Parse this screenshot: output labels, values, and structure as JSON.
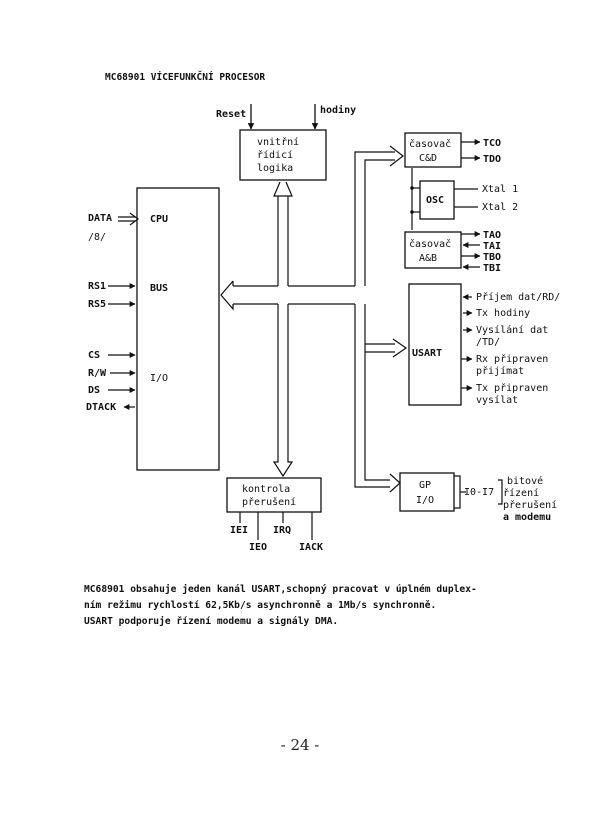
{
  "title": "MC68901 VÍCEFUNKČNÍ PROCESOR",
  "inputs_top": {
    "reset": "Reset",
    "clock": "hodiny"
  },
  "blocks": {
    "control_logic": [
      "vnitřní",
      "řídicí",
      "logika"
    ],
    "main_sections": [
      "CPU",
      "BUS",
      "I/O"
    ],
    "timer_cd": [
      "časovač",
      "C&D"
    ],
    "osc": "OSC",
    "timer_ab": [
      "časovač",
      "A&B"
    ],
    "usart": "USART",
    "gpio": [
      "GP",
      "I/O"
    ],
    "interrupt_ctrl": [
      "kontrola",
      "přerušení"
    ]
  },
  "left_signals": {
    "data": "DATA",
    "data_width": "/8/",
    "rs1": "RS1",
    "rs5": "RS5",
    "cs": "CS",
    "rw": "R/W",
    "ds": "DS",
    "dtack": "DTACK"
  },
  "timer_cd_outputs": [
    "TCO",
    "TDO"
  ],
  "osc_signals": [
    "Xtal 1",
    "Xtal 2"
  ],
  "timer_ab_signals": [
    "TAO",
    "TAI",
    "TBO",
    "TBI"
  ],
  "usart_signals": [
    "Příjem dat/RD/",
    "Tx hodiny",
    "Vysílání dat",
    "/TD/",
    "Rx připraven",
    "přijímat",
    "Tx připraven",
    "vysílat"
  ],
  "gpio_signals": {
    "range": "I0-I7",
    "desc": [
      "bitové",
      "řízení",
      "přerušení",
      "a modemu"
    ]
  },
  "interrupt_signals": [
    "IEI",
    "IEO",
    "IRQ",
    "IACK"
  ],
  "description": [
    "MC68901 obsahuje jeden kanál USART,schopný pracovat v úplném duplex-",
    "ním režimu rychlostí 62,5Kb/s asynchronně a 1Mb/s synchronně.",
    "USART podporuje řízení modemu a signály DMA."
  ],
  "page_number": "- 24 -"
}
